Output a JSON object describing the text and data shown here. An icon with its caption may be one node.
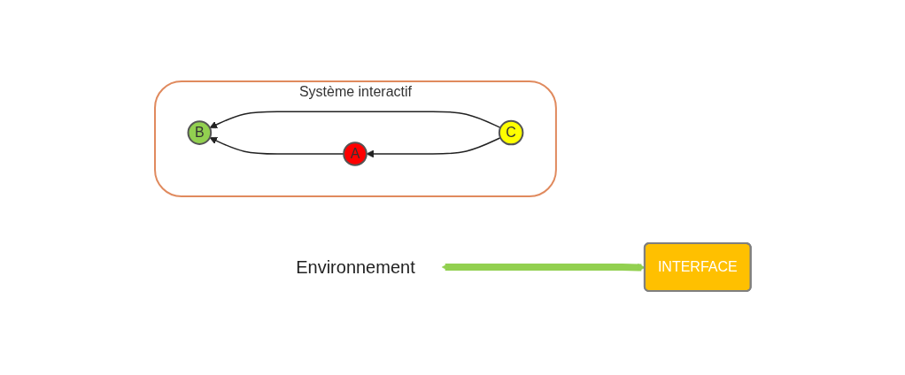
{
  "diagram": {
    "nodes": [
      {
        "text": [
          "Système interactif"
        ]
      },
      {
        "text": [
          "Environnement"
        ]
      },
      {
        "text": [
          "INTERFACE"
        ]
      },
      {
        "text": [
          "B"
        ],
        "in": 0
      },
      {
        "text": [
          "C"
        ],
        "in": 0
      },
      {
        "text": [
          "A"
        ],
        "in": 0
      }
    ],
    "edges": [
      {
        "from": 1,
        "to": 2,
        "arrow": "both",
        "style": "thick",
        "color": "#92d050"
      },
      {
        "from": 4,
        "to": 3,
        "arrow": "to"
      },
      {
        "from": 4,
        "to": 5,
        "arrow": "to"
      },
      {
        "from": 5,
        "to": 3,
        "arrow": "to"
      }
    ]
  }
}
